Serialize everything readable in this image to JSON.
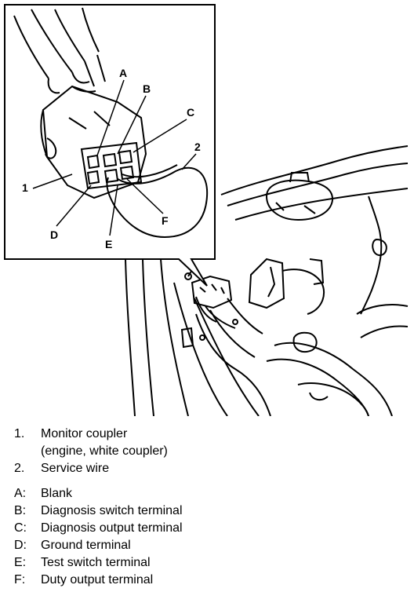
{
  "callouts": {
    "a": "A",
    "b": "B",
    "c": "C",
    "d": "D",
    "e": "E",
    "f": "F",
    "n1": "1",
    "n2": "2"
  },
  "legend": {
    "items": [
      {
        "key": "1.",
        "text": "Monitor coupler",
        "sub": "(engine, white coupler)"
      },
      {
        "key": "2.",
        "text": "Service wire"
      }
    ],
    "terminals": [
      {
        "key": "A:",
        "text": "Blank"
      },
      {
        "key": "B:",
        "text": "Diagnosis switch terminal"
      },
      {
        "key": "C:",
        "text": "Diagnosis output terminal"
      },
      {
        "key": "D:",
        "text": "Ground terminal"
      },
      {
        "key": "E:",
        "text": "Test switch terminal"
      },
      {
        "key": "F:",
        "text": "Duty output terminal"
      }
    ]
  }
}
